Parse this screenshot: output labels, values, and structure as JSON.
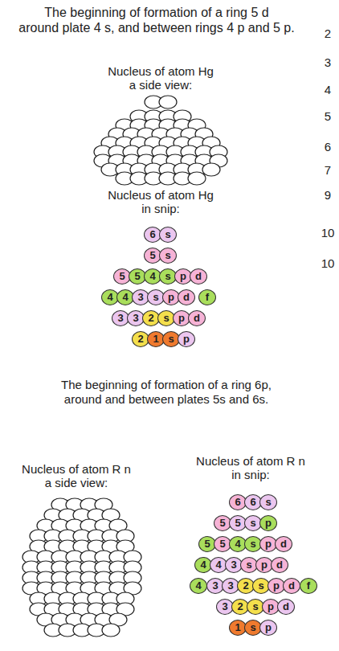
{
  "diagram": {
    "title": "The beginning of formation of a ring 5 d around plate 4 s, and between rings 4 p and 5 p.",
    "nodes": [
      {
        "text": [
          "6"
        ]
      },
      {
        "text": [
          "s"
        ]
      },
      {
        "text": [
          "5"
        ]
      },
      {
        "text": [
          "s"
        ]
      },
      {
        "text": [
          "5"
        ]
      },
      {
        "text": [
          "5"
        ]
      },
      {
        "text": [
          "4"
        ]
      },
      {
        "text": [
          "s"
        ]
      },
      {
        "text": [
          "p"
        ]
      },
      {
        "text": [
          "d"
        ]
      },
      {
        "text": [
          "4"
        ]
      },
      {
        "text": [
          "4"
        ]
      },
      {
        "text": [
          "3"
        ]
      },
      {
        "text": [
          "s"
        ]
      },
      {
        "text": [
          "p"
        ]
      },
      {
        "text": [
          "d"
        ]
      },
      {
        "text": [
          "f"
        ]
      },
      {
        "text": [
          "3"
        ]
      },
      {
        "text": [
          "3"
        ]
      },
      {
        "text": [
          "2"
        ]
      },
      {
        "text": [
          "s"
        ]
      },
      {
        "text": [
          "p"
        ]
      },
      {
        "text": [
          "d"
        ]
      },
      {
        "text": [
          "2"
        ]
      },
      {
        "text": [
          "1"
        ]
      },
      {
        "text": [
          "s"
        ]
      },
      {
        "text": [
          "p"
        ]
      },
      {
        "text": [
          "6"
        ]
      },
      {
        "text": [
          "6"
        ]
      },
      {
        "text": [
          "s"
        ]
      },
      {
        "text": [
          "5"
        ]
      },
      {
        "text": [
          "5"
        ]
      },
      {
        "text": [
          "s"
        ]
      },
      {
        "text": [
          "p"
        ]
      },
      {
        "text": [
          "5"
        ]
      },
      {
        "text": [
          "5"
        ]
      },
      {
        "text": [
          "4"
        ]
      },
      {
        "text": [
          "s"
        ]
      },
      {
        "text": [
          "p"
        ]
      },
      {
        "text": [
          "d"
        ]
      },
      {
        "text": [
          "4"
        ]
      },
      {
        "text": [
          "4"
        ]
      },
      {
        "text": [
          "3"
        ]
      },
      {
        "text": [
          "s"
        ]
      },
      {
        "text": [
          "p"
        ]
      },
      {
        "text": [
          "d"
        ]
      },
      {
        "text": [
          "4"
        ]
      },
      {
        "text": [
          "3"
        ]
      },
      {
        "text": [
          "3"
        ]
      },
      {
        "text": [
          "2"
        ]
      },
      {
        "text": [
          "s"
        ]
      },
      {
        "text": [
          "p"
        ]
      },
      {
        "text": [
          "d"
        ]
      },
      {
        "text": [
          "f"
        ]
      },
      {
        "text": [
          "3"
        ]
      },
      {
        "text": [
          "2"
        ]
      },
      {
        "text": [
          "s"
        ]
      },
      {
        "text": [
          "p"
        ]
      },
      {
        "text": [
          "d"
        ]
      },
      {
        "text": [
          "1"
        ]
      },
      {
        "text": [
          "s"
        ]
      },
      {
        "text": [
          "p"
        ]
      }
    ],
    "labels": [
      "Nucleus of atom Hg a side view:",
      "Nucleus of atom Hg in snip:",
      "The beginning of formation of a ring 6p, around and between plates 5s and 6s.",
      "Nucleus of atom R n a side view:",
      "Nucleus of atom R n in snip:",
      "2",
      "3",
      "4",
      "5",
      "6",
      "7",
      "9",
      "10",
      "10"
    ]
  }
}
